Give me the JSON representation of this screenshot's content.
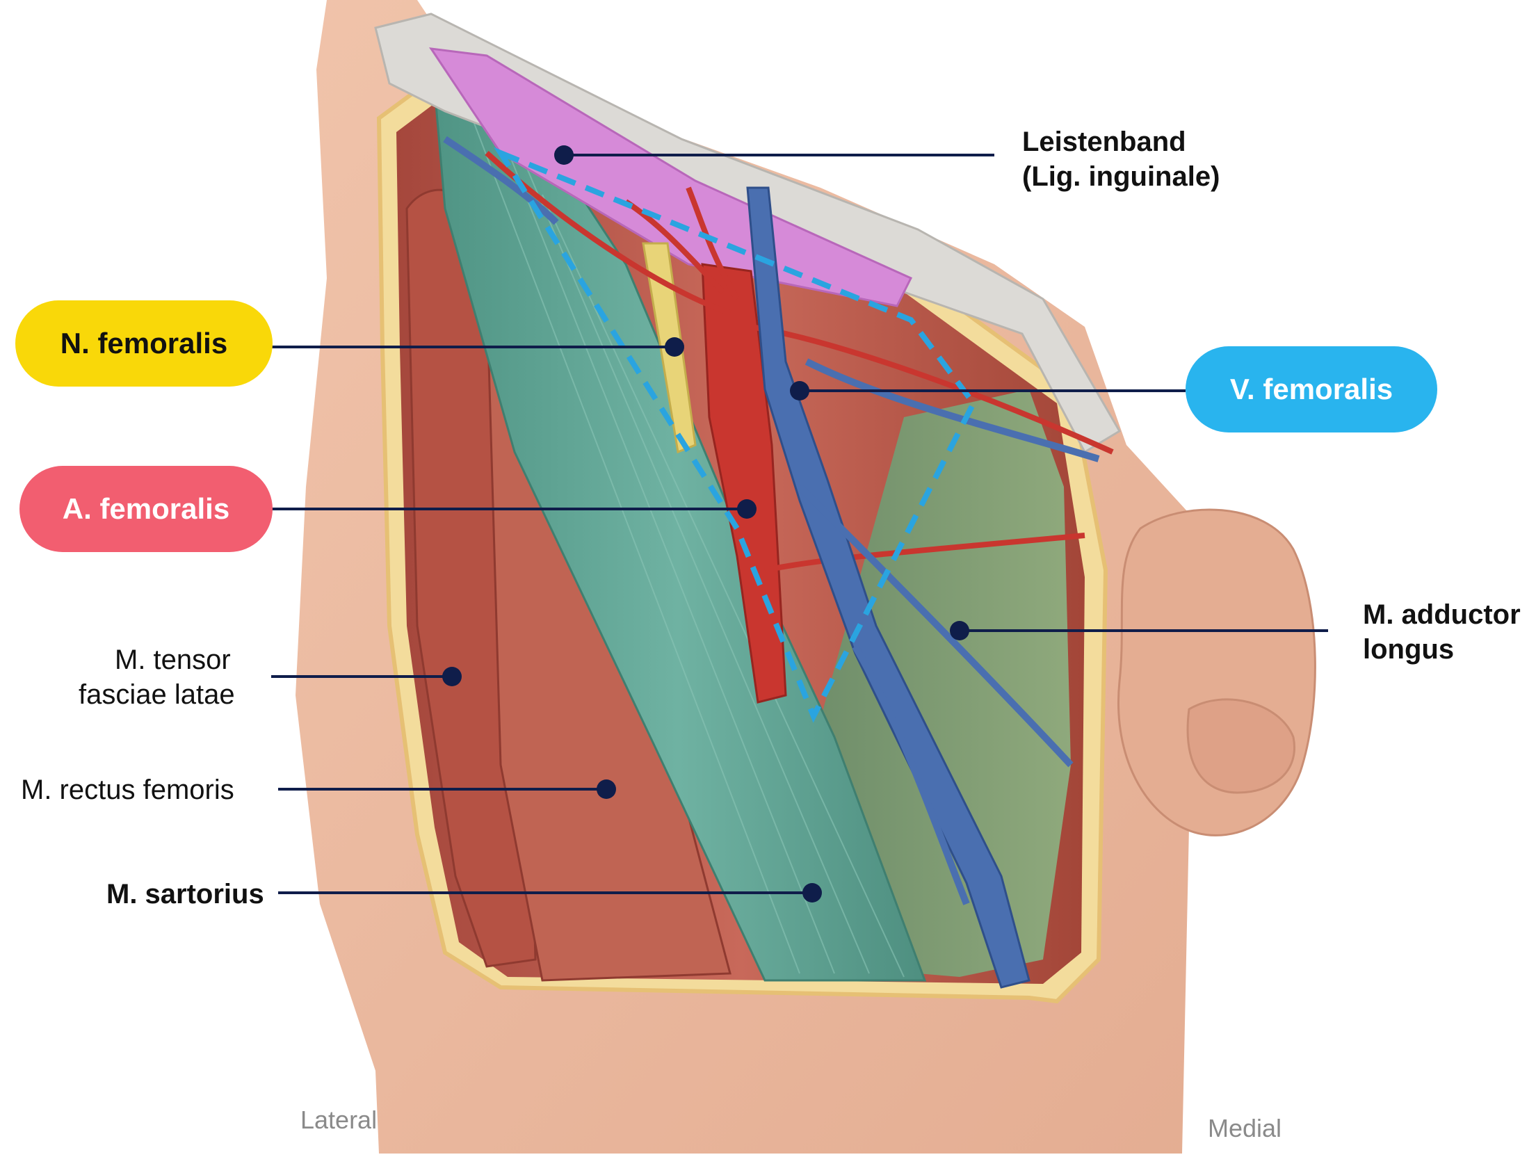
{
  "labels": {
    "leistenband": "Leistenband",
    "lig_inguinale": "(Lig. inguinale)",
    "n_femoralis": "N. femoralis",
    "v_femoralis": "V. femoralis",
    "a_femoralis": "A. femoralis",
    "tensor_1": "M. tensor",
    "tensor_2": "fasciae latae",
    "rectus": "M. rectus femoris",
    "sartorius": "M. sartorius",
    "adductor_1": "M. adductor",
    "adductor_2": "longus",
    "lateral": "Lateral",
    "medial": "Medial"
  },
  "colors": {
    "nerve_pill": "#f9d809",
    "vein_pill": "#29b4ee",
    "artery_pill": "#f25e70",
    "leader": "#0f1d4a",
    "skin": "#eab89f",
    "muscle": "#b9574a",
    "sartorius": "#5e9f90",
    "ligament": "#d68ad8",
    "vein": "#4a6fb0",
    "artery": "#c9362f",
    "nerve": "#e8d478",
    "triangle_outline": "#2aa4e0"
  }
}
